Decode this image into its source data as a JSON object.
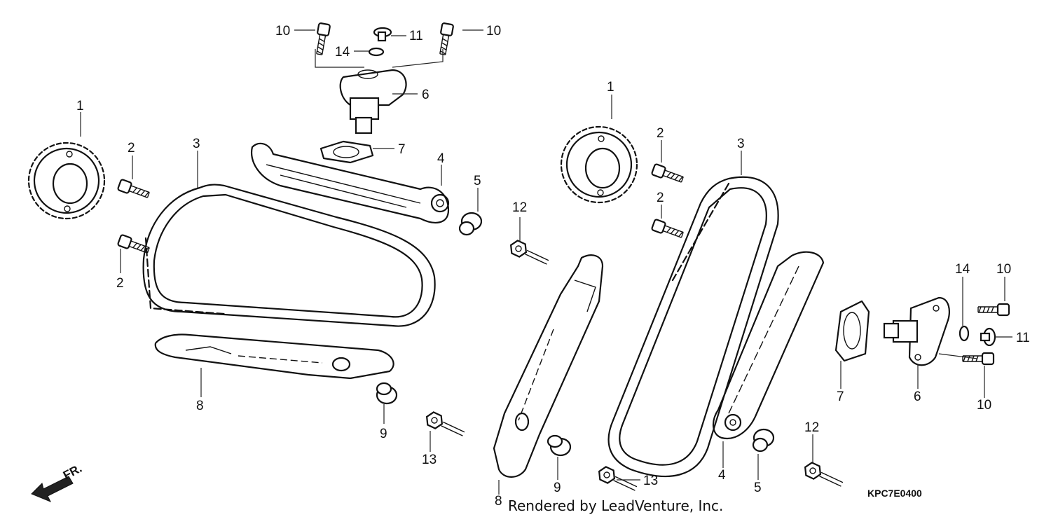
{
  "footer_text": "Rendered by LeadVenture, Inc.",
  "diagram_code": "KPC7E0400",
  "front_marker": "FR.",
  "callouts_left": {
    "n1": "1",
    "n2a": "2",
    "n2b": "2",
    "n3": "3",
    "n4": "4",
    "n5": "5",
    "n6": "6",
    "n7": "7",
    "n8": "8",
    "n9": "9",
    "n10a": "10",
    "n10b": "10",
    "n11": "11",
    "n12": "12",
    "n13": "13",
    "n14": "14"
  },
  "callouts_right": {
    "n1": "1",
    "n2a": "2",
    "n2b": "2",
    "n3": "3",
    "n4": "4",
    "n5": "5",
    "n6": "6",
    "n7": "7",
    "n8": "8",
    "n9": "9",
    "n10a": "10",
    "n10b": "10",
    "n11": "11",
    "n12": "12",
    "n13": "13",
    "n14": "14"
  }
}
